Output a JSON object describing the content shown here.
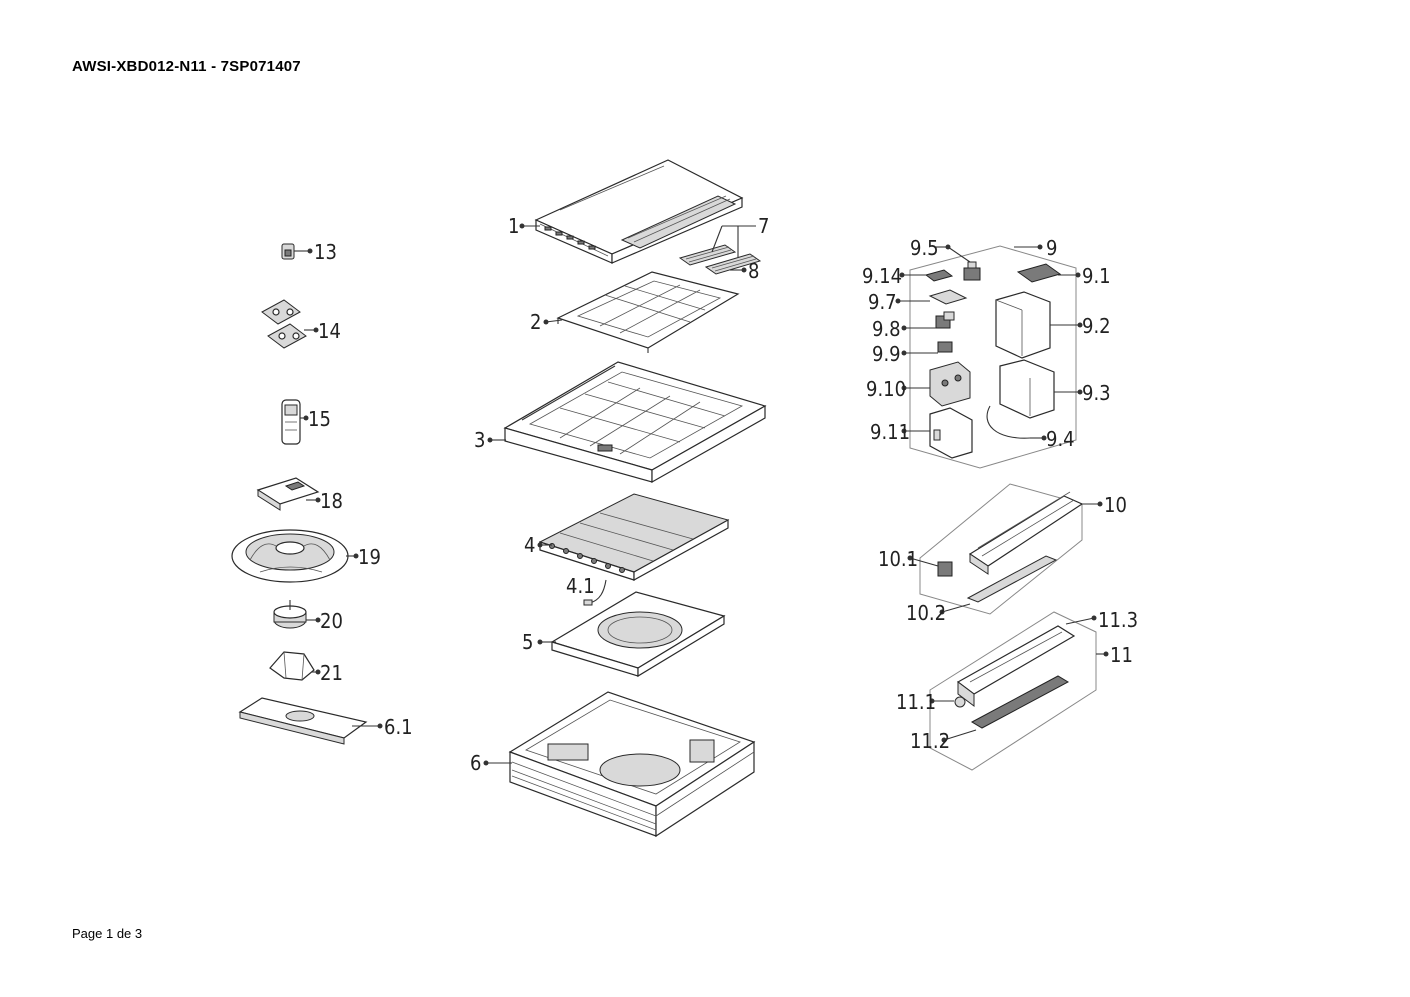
{
  "header": {
    "title": "AWSI-XBD012-N11 - 7SP071407"
  },
  "footer": {
    "page": "Page 1 de 3"
  },
  "callouts": {
    "c1": "1",
    "c2": "2",
    "c3": "3",
    "c4": "4",
    "c4_1": "4.1",
    "c5": "5",
    "c6": "6",
    "c6_1": "6.1",
    "c7": "7",
    "c8": "8",
    "c9": "9",
    "c9_1": "9.1",
    "c9_2": "9.2",
    "c9_3": "9.3",
    "c9_4": "9.4",
    "c9_5": "9.5",
    "c9_7": "9.7",
    "c9_8": "9.8",
    "c9_9": "9.9",
    "c9_10": "9.10",
    "c9_11": "9.11",
    "c9_14": "9.14",
    "c10": "10",
    "c10_1": "10.1",
    "c10_2": "10.2",
    "c11": "11",
    "c11_1": "11.1",
    "c11_2": "11.2",
    "c11_3": "11.3",
    "c13": "13",
    "c14": "14",
    "c15": "15",
    "c18": "18",
    "c19": "19",
    "c20": "20",
    "c21": "21"
  }
}
